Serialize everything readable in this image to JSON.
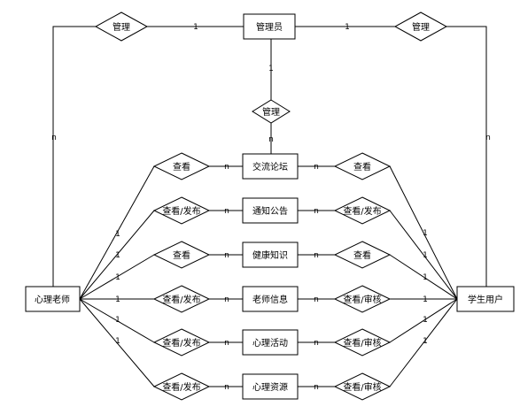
{
  "entities": {
    "admin": "管理员",
    "teacher": "心理老师",
    "student": "学生用户",
    "forum": "交流论坛",
    "notice": "通知公告",
    "health": "健康知识",
    "teacherinfo": "老师信息",
    "activity": "心理活动",
    "resource": "心理资源"
  },
  "relations": {
    "manage_top_left": "管理",
    "manage_top_right": "管理",
    "manage_center": "管理",
    "l_forum": "查看",
    "l_notice": "查看/发布",
    "l_health": "查看",
    "l_teacherinfo": "查看/发布",
    "l_activity": "查看/发布",
    "l_resource": "查看/发布",
    "r_forum": "查看",
    "r_notice": "查看/发布",
    "r_health": "查看",
    "r_teacherinfo": "查看/审核",
    "r_activity": "查看/审核",
    "r_resource": "查看/审核"
  },
  "cardinality": {
    "one": "1",
    "many": "n"
  }
}
